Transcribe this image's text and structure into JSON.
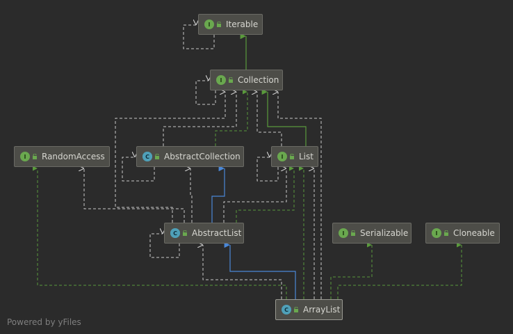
{
  "nodes": {
    "iterable": {
      "label": "Iterable",
      "kind": "I"
    },
    "collection": {
      "label": "Collection",
      "kind": "I"
    },
    "random_access": {
      "label": "RandomAccess",
      "kind": "I"
    },
    "abstract_collection": {
      "label": "AbstractCollection",
      "kind": "C"
    },
    "list": {
      "label": "List",
      "kind": "I"
    },
    "abstract_list": {
      "label": "AbstractList",
      "kind": "C"
    },
    "serializable": {
      "label": "Serializable",
      "kind": "I"
    },
    "cloneable": {
      "label": "Cloneable",
      "kind": "I"
    },
    "array_list": {
      "label": "ArrayList",
      "kind": "C"
    }
  },
  "footer": {
    "text": "Powered by yFiles"
  },
  "colors": {
    "background": "#2b2b2b",
    "node": "#4d4d48",
    "implements_edge": "#5a9a3c",
    "extends_edge": "#4a88d8",
    "dependency_edge": "#c8c8c8"
  }
}
